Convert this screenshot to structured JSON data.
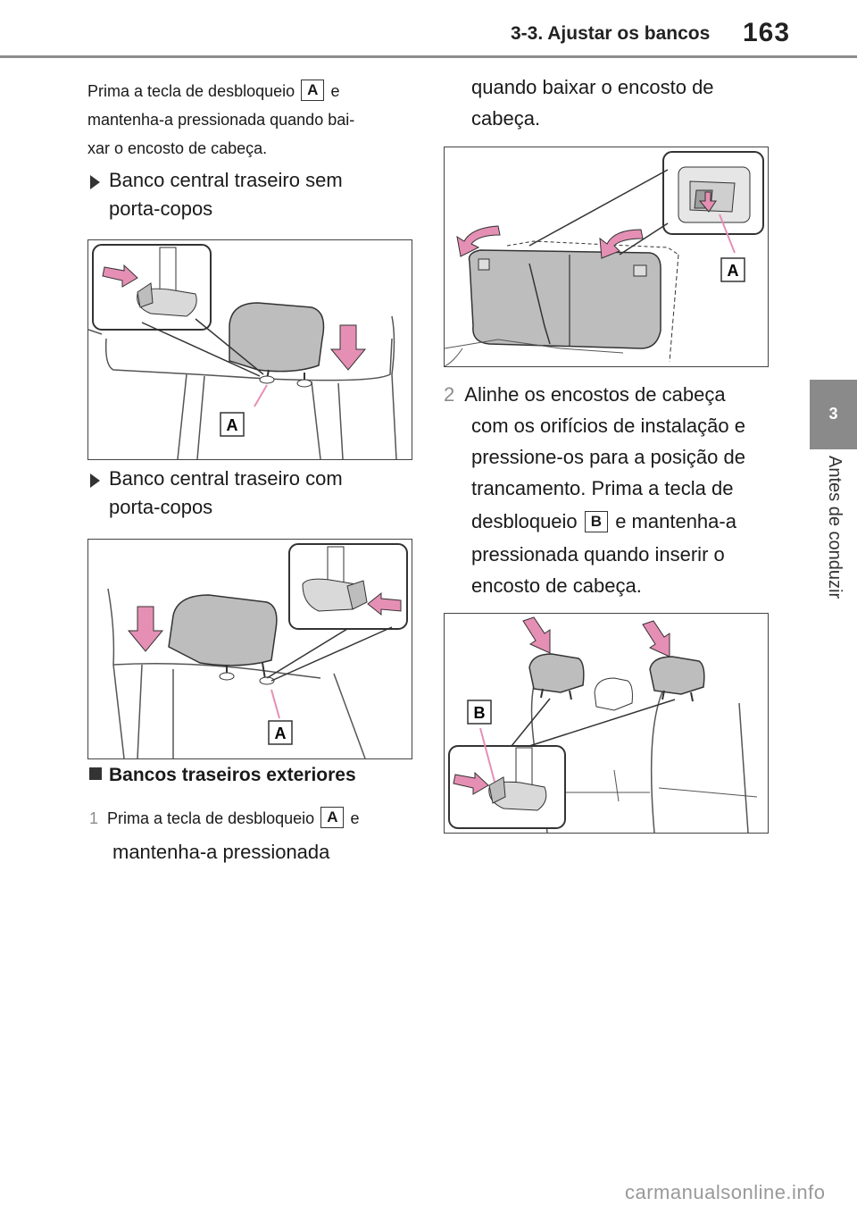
{
  "header": {
    "section_title": "3-3. Ajustar os bancos",
    "page_number": "163"
  },
  "side_tab": {
    "chapter_number": "3",
    "chapter_title": "Antes de conduzir"
  },
  "left_column": {
    "intro_part1": "Prima a tecla de desbloqueio",
    "intro_key": "A",
    "intro_part2": "e",
    "intro_line2": "mantenha-a pressionada quando bai-",
    "intro_line3": "xar o encosto de cabeça.",
    "bullet1_line1": "Banco central traseiro sem",
    "bullet1_line2": "porta-copos",
    "bullet2_line1": "Banco central traseiro com",
    "bullet2_line2": "porta-copos",
    "section_heading": "Bancos traseiros exteriores",
    "step1_num": "1",
    "step1_part1": "Prima a tecla de desbloqueio",
    "step1_key": "A",
    "step1_part2": "e",
    "step1_line2": "mantenha-a pressionada"
  },
  "right_column": {
    "cont_line1": "quando baixar o encosto de",
    "cont_line2": "cabeça.",
    "step2_num": "2",
    "step2_line1": "Alinhe os encostos de cabeça",
    "step2_line2": "com os orifícios de instalação e",
    "step2_line3": "pressione-os para a posição de",
    "step2_line4": "trancamento. Prima a tecla de",
    "step2_line5_part1": "desbloqueio",
    "step2_key": "B",
    "step2_line5_part2": "e mantenha-a",
    "step2_line6": "pressionada quando inserir o",
    "step2_line7": "encosto de cabeça."
  },
  "figures": {
    "fig1_label": "A",
    "fig2_label": "A",
    "fig3_label": "A",
    "fig4_label": "B"
  },
  "colors": {
    "arrow_pink": "#e58fb5",
    "seat_gray": "#bdbdbd",
    "tab_gray": "#8a8a8a"
  },
  "footer": {
    "watermark": "carmanualsonline.info"
  }
}
